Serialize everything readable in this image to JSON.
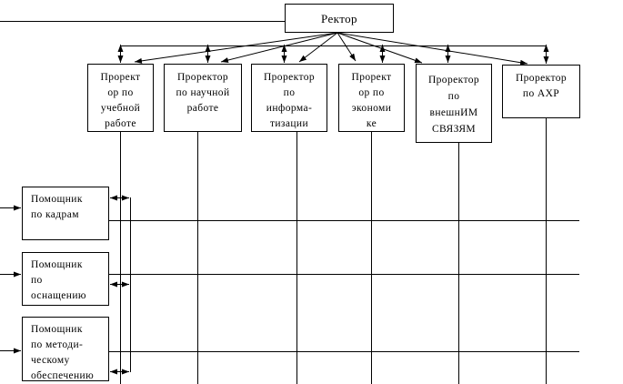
{
  "org_chart": {
    "root": {
      "label": "Ректор"
    },
    "vice_rectors": [
      {
        "text": "Прорект\nор по\nучебной\nработе"
      },
      {
        "text": "Проректор\nпо научной\nработе"
      },
      {
        "text": "Проректор\nпо\nинформа-\nтизации"
      },
      {
        "text": "Прорект\nор по\nэкономи\nке"
      },
      {
        "text": "Проректор\nпо\nвнешнИМ\nСВЯЗЯМ"
      },
      {
        "text": "Проректор\nпо АХР"
      }
    ],
    "assistants": [
      {
        "text": "Помощник\nпо кадрам"
      },
      {
        "text": "Помощник\nпо\nоснащению"
      },
      {
        "text": "Помощник\nпо методи-\nческому\nобеспечению"
      }
    ],
    "colors": {
      "line": "#000000",
      "box_background": "#ffffff"
    }
  }
}
